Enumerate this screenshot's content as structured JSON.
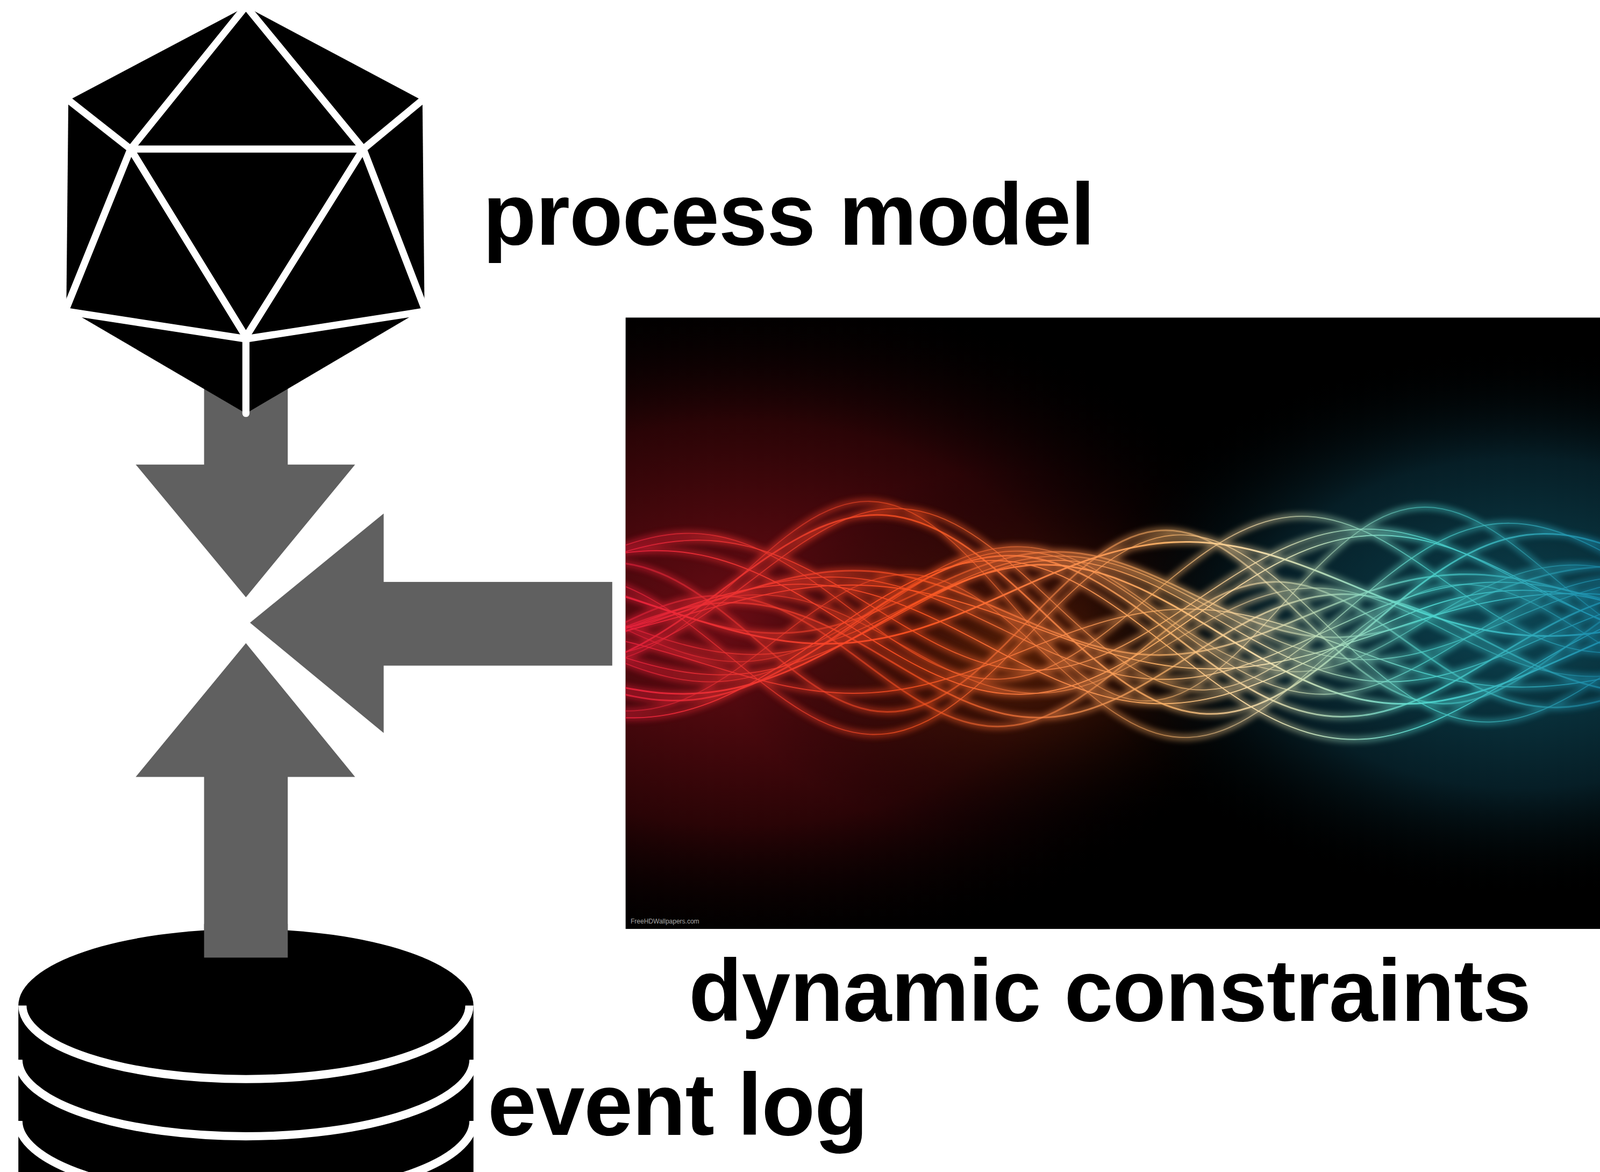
{
  "diagram": {
    "nodes": [
      {
        "text": [
          "process model"
        ]
      },
      {
        "text": [
          "dynamic constraints"
        ]
      },
      {
        "text": [
          "event log"
        ]
      }
    ],
    "labels": [
      "FreeHDWallpapers.com"
    ]
  }
}
